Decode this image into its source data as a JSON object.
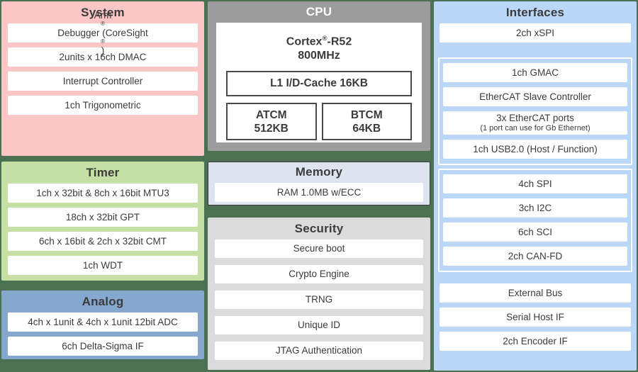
{
  "palette": {
    "page-bg": "#4C7152",
    "system-bg": "#FBC7C6",
    "timer-bg": "#C5DFA4",
    "analog-bg": "#86A7CE",
    "cpu-bg": "#9C9C9C",
    "memory-bg": "#DDE4F0",
    "memory-border": "#3B3B3B",
    "security-bg": "#DBDBDB",
    "interfaces-bg": "#BBD7F8",
    "text-dark": "#3B3B3B",
    "box-border": "#4A4A4A"
  },
  "blocks": {
    "system": {
      "title": "System",
      "items": [
        "Arm® Debugger (CoreSight®)",
        "2units x 16ch DMAC",
        "Interrupt Controller",
        "1ch Trigonometric"
      ]
    },
    "timer": {
      "title": "Timer",
      "items": [
        "1ch x 32bit & 8ch x 16bit MTU3",
        "18ch x 32bit GPT",
        "6ch x 16bit & 2ch x 32bit CMT",
        "1ch WDT"
      ]
    },
    "analog": {
      "title": "Analog",
      "items": [
        "4ch x 1unit & 4ch x 1unit 12bit ADC",
        "6ch Delta-Sigma IF"
      ]
    },
    "cpu": {
      "title": "CPU",
      "core": "Cortex®-R52",
      "frequency": "800MHz",
      "cache": "L1 I/D-Cache 16KB",
      "atcm_label": "ATCM",
      "atcm_size": "512KB",
      "btcm_label": "BTCM",
      "btcm_size": "64KB"
    },
    "memory": {
      "title": "Memory",
      "items": [
        "RAM 1.0MB w/ECC"
      ]
    },
    "security": {
      "title": "Security",
      "items": [
        "Secure boot",
        "Crypto Engine",
        "TRNG",
        "Unique ID",
        "JTAG Authentication"
      ]
    },
    "interfaces": {
      "title": "Interfaces",
      "xspi": "2ch xSPI",
      "ethernet_group": [
        "1ch GMAC",
        "EtherCAT Slave Controller",
        "3x EtherCAT ports",
        "1ch USB2.0 (Host / Function)"
      ],
      "ethercat_ports_sublabel": "(1 port can use for Gb Ethernet)",
      "serial_group": [
        "4ch SPI",
        "3ch I2C",
        "6ch SCI",
        "2ch CAN-FD"
      ],
      "bottom_items": [
        "External Bus",
        "Serial Host IF",
        "2ch Encoder IF"
      ]
    }
  }
}
